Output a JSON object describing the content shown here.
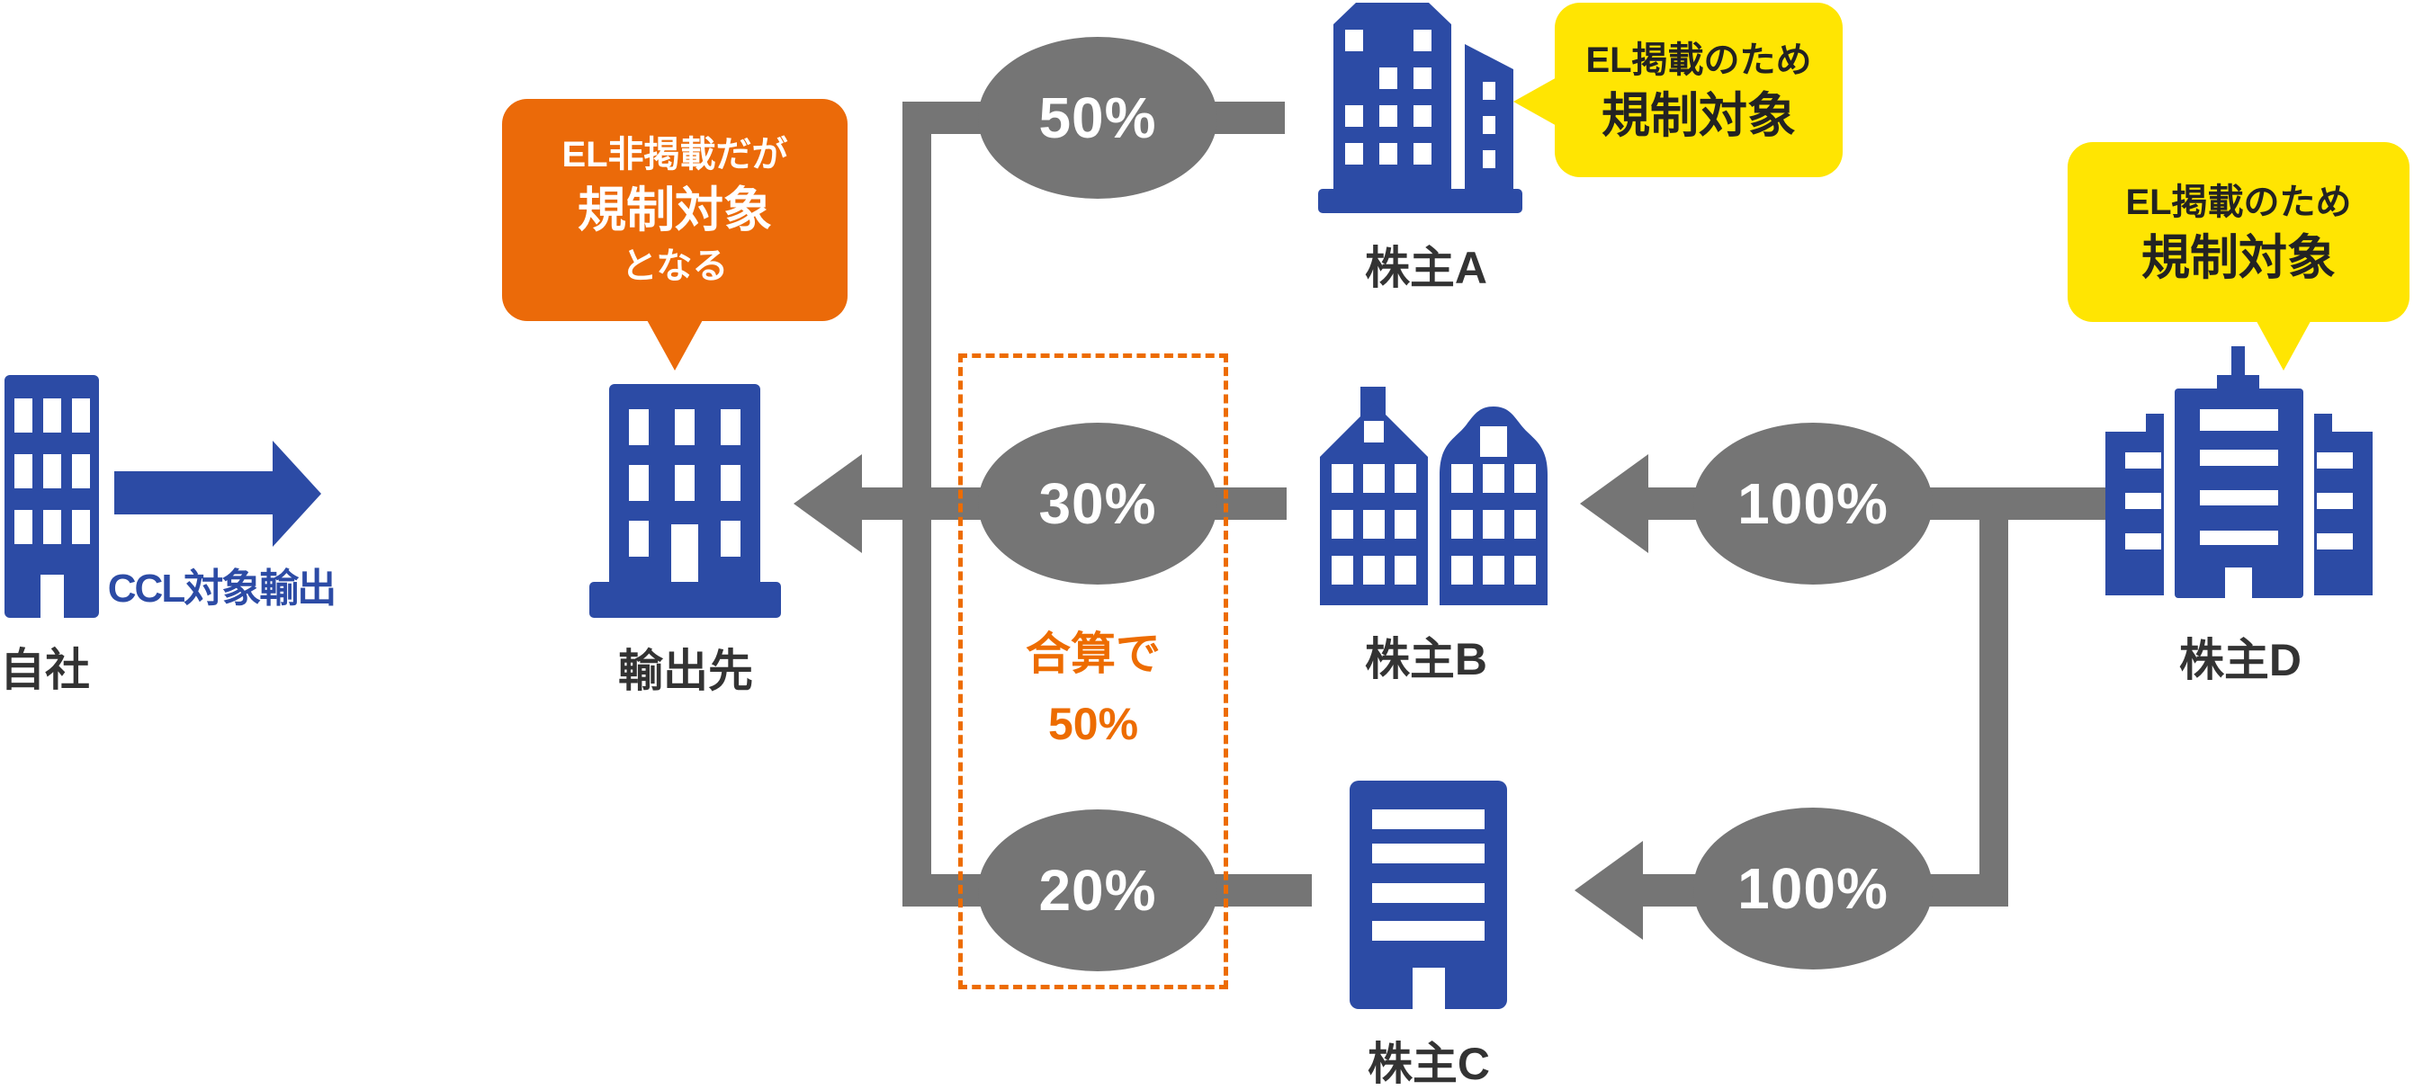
{
  "diagram": {
    "title_context": "shareholding-regulation-diagram",
    "colors": {
      "building_blue": "#2C4BA5",
      "connector_gray": "#757575",
      "accent_orange": "#EB6A09",
      "dashed_orange": "#ED6C00",
      "callout_yellow": "#FFE502",
      "label_dark": "#333333"
    },
    "nodes": {
      "jisha": {
        "label": "自社"
      },
      "yushutsusaki": {
        "label": "輸出先"
      },
      "kabunushi_a": {
        "label": "株主A"
      },
      "kabunushi_b": {
        "label": "株主B"
      },
      "kabunushi_c": {
        "label": "株主C"
      },
      "kabunushi_d": {
        "label": "株主D"
      }
    },
    "edges": {
      "export_arrow_label": "CCL対象輸出",
      "share_a": "50%",
      "share_b": "30%",
      "share_c": "20%",
      "share_d_to_b": "100%",
      "share_d_to_c": "100%"
    },
    "callouts": {
      "yushutsusaki": {
        "line1": "EL非掲載だが",
        "line2": "規制対象",
        "line3": "となる"
      },
      "kabunushi_a": {
        "line1": "EL掲載のため",
        "line2": "規制対象"
      },
      "kabunushi_d": {
        "line1": "EL掲載のため",
        "line2": "規制対象"
      }
    },
    "aggregate_note": {
      "line1": "合算で",
      "line2": "50%"
    }
  }
}
